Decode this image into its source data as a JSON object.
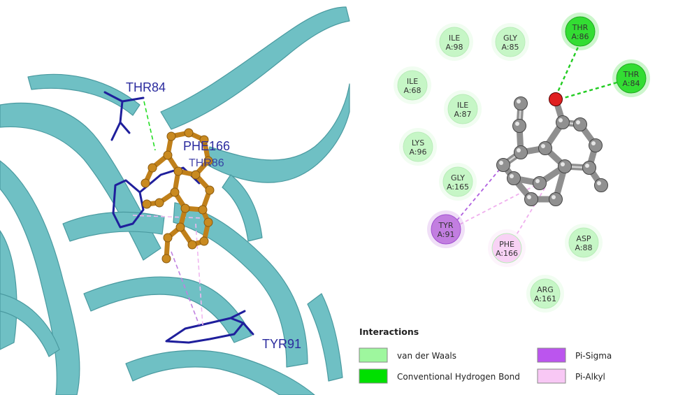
{
  "left_panel": {
    "residue_labels": [
      {
        "id": "thr84",
        "text": "THR84"
      },
      {
        "id": "phe166",
        "text": "PHE166"
      },
      {
        "id": "thr86",
        "text": "THR86"
      },
      {
        "id": "tyr91",
        "text": "TYR91"
      }
    ]
  },
  "residues": [
    {
      "id": "ile98",
      "line1": "ILE",
      "line2": "A:98",
      "type": "vdw"
    },
    {
      "id": "gly85",
      "line1": "GLY",
      "line2": "A:85",
      "type": "vdw"
    },
    {
      "id": "thr86",
      "line1": "THR",
      "line2": "A:86",
      "type": "hbond"
    },
    {
      "id": "ile68",
      "line1": "ILE",
      "line2": "A:68",
      "type": "vdw"
    },
    {
      "id": "thr84",
      "line1": "THR",
      "line2": "A:84",
      "type": "hbond"
    },
    {
      "id": "ile87",
      "line1": "ILE",
      "line2": "A:87",
      "type": "vdw"
    },
    {
      "id": "lys96",
      "line1": "LYS",
      "line2": "A:96",
      "type": "vdw"
    },
    {
      "id": "gly165",
      "line1": "GLY",
      "line2": "A:165",
      "type": "vdw"
    },
    {
      "id": "tyr91",
      "line1": "TYR",
      "line2": "A:91",
      "type": "pisigma"
    },
    {
      "id": "phe166",
      "line1": "PHE",
      "line2": "A:166",
      "type": "pialkyl"
    },
    {
      "id": "asp88",
      "line1": "ASP",
      "line2": "A:88",
      "type": "vdw"
    },
    {
      "id": "arg161",
      "line1": "ARG",
      "line2": "A:161",
      "type": "vdw"
    }
  ],
  "legend": {
    "title": "Interactions",
    "items": [
      {
        "id": "vdw",
        "label": "van der Waals",
        "color": "#9ef79e"
      },
      {
        "id": "hbond",
        "label": "Conventional Hydrogen Bond",
        "color": "#00e000"
      },
      {
        "id": "pisigma",
        "label": "Pi-Sigma",
        "color": "#bb55ee"
      },
      {
        "id": "pialkyl",
        "label": "Pi-Alkyl",
        "color": "#f8c8f5"
      }
    ]
  },
  "colors": {
    "ribbon": "#6fc0c4",
    "ribbon_edge": "#4a9aa0",
    "residue_stick": "#1f1f9c",
    "ligand": "#c0801a",
    "vdw_fill": "#c6f6c6",
    "hbond_fill": "#33dd33",
    "pisigma_fill": "#c27ee0",
    "pialkyl_fill": "#f8d2f5",
    "atom": "#909090",
    "oxygen": "#e02020"
  }
}
